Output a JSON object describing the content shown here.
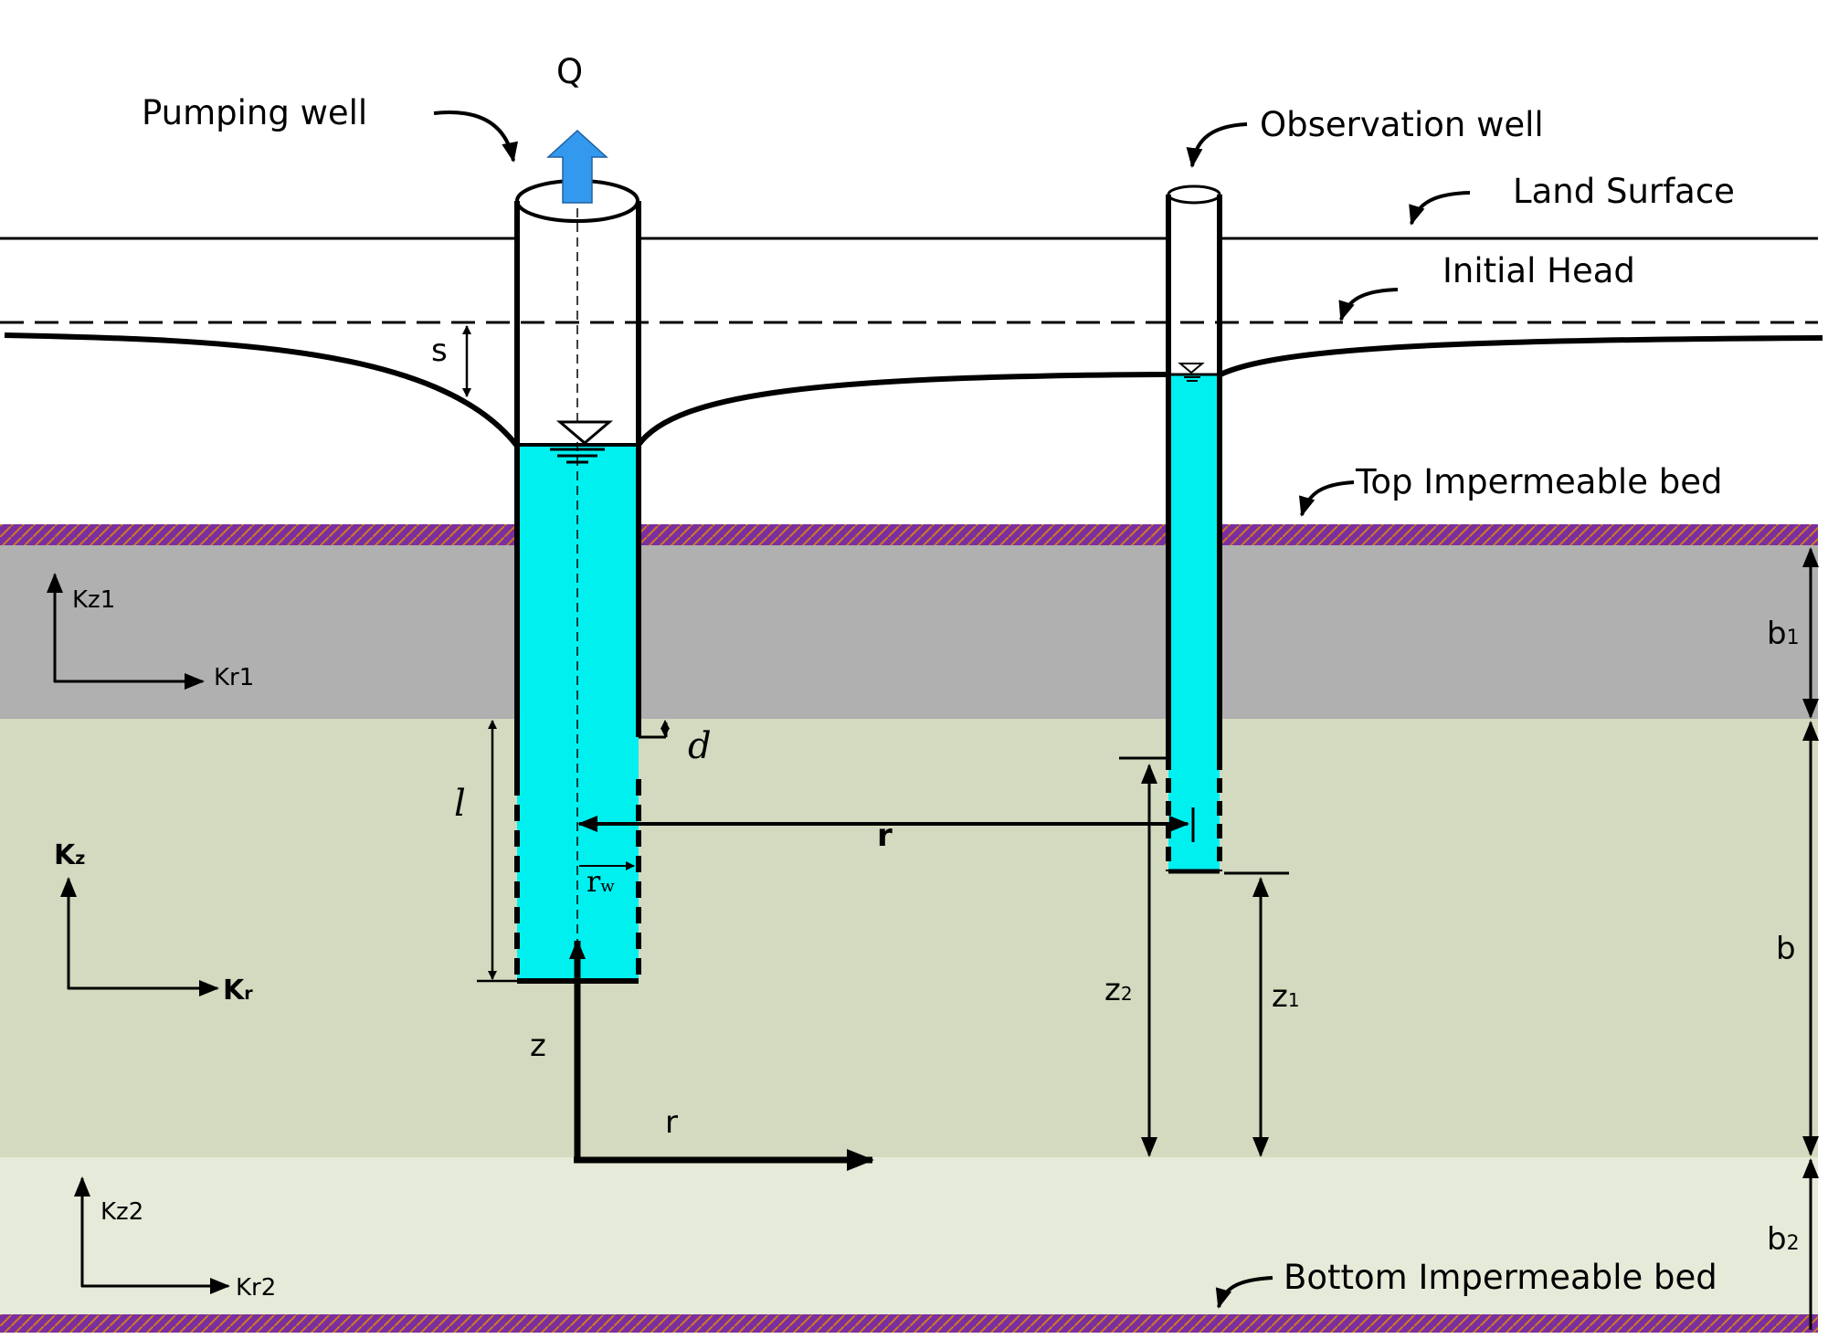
{
  "labels": {
    "q": "Q",
    "pumping_well": "Pumping well",
    "observation_well": "Observation well",
    "land_surface": "Land Surface",
    "initial_head": "Initial Head",
    "top_bed": "Top Impermeable bed",
    "bottom_bed": "Bottom Impermeable bed",
    "s": "s",
    "d": "d",
    "l": "l",
    "r_center": "r",
    "r_axis": "r",
    "z_axis": "z",
    "rw_r": "r",
    "rw_sub": "w",
    "z2_main": "z",
    "z2_sub": "2",
    "z1_main": "z",
    "z1_sub": "1",
    "b1_main": "b",
    "b1_sub": "1",
    "b": "b",
    "b2_main": "b",
    "b2_sub": "2",
    "kz1": "Kz1",
    "kr1": "Kr1",
    "kz_main": "K",
    "kz_sub": "z",
    "kr_main": "K",
    "kr_sub": "r",
    "kz2": "Kz2",
    "kr2": "Kr2"
  },
  "colors": {
    "water": "#00f0f0",
    "layer_top": "#b0b0b0",
    "layer_middle": "#d3dabf",
    "layer_bottom": "#e6ead9",
    "impermeable_bed": "#7a2fa0",
    "q_arrow": "#3399ee"
  }
}
